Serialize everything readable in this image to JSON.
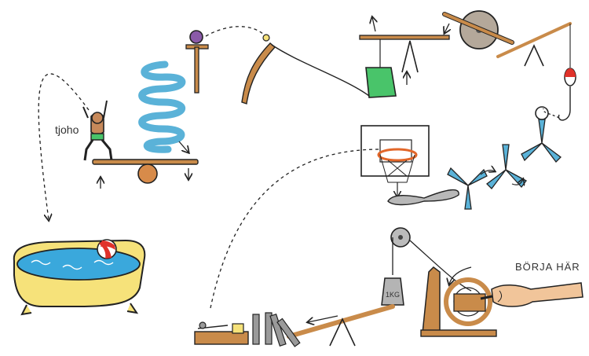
{
  "labels": {
    "start": "BÖRJA HÄR",
    "shout": "tjoho",
    "weight": "1KG"
  },
  "colors": {
    "bath": "#f6e27a",
    "water": "#3aa8dc",
    "spring": "#5ab2d8",
    "cup": "#49c46a",
    "wood": "#c98b4a",
    "line": "#222222",
    "ball_purple": "#8a5aa8",
    "bobber_red": "#e0322a",
    "grey": "#9a9a9a",
    "hoop": "#e2672a"
  },
  "icons": [
    "bathtub-icon",
    "beach-ball-icon",
    "acrobat-figure-icon",
    "seesaw-icon",
    "spring-icon",
    "ball-on-post-icon",
    "ramp-icon",
    "cup-icon",
    "balance-beam-icon",
    "grindstone-icon",
    "fishing-rod-icon",
    "fishing-hook-icon",
    "fan-blades-icon",
    "basketball-hoop-icon",
    "spoon-catapult-icon",
    "pulley-icon",
    "weight-icon",
    "crank-wheel-icon",
    "hand-icon",
    "dominoes-icon",
    "mousetrap-icon"
  ]
}
